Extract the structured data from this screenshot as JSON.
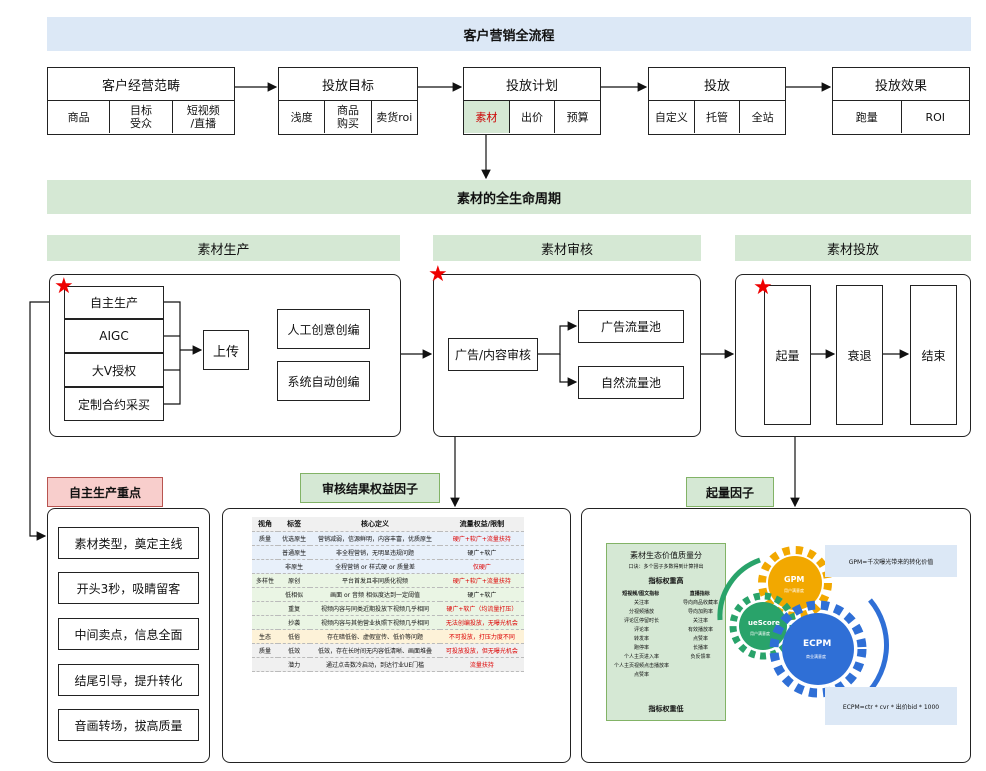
{
  "title": "客户营销全流程",
  "stages": [
    {
      "title": "客户经营范畴",
      "items": [
        "商品",
        "目标\n受众",
        "短视频\n/直播"
      ]
    },
    {
      "title": "投放目标",
      "items": [
        "浅度",
        "商品\n购买",
        "卖货roi"
      ]
    },
    {
      "title": "投放计划",
      "items": [
        "素材",
        "出价",
        "预算"
      ]
    },
    {
      "title": "投放",
      "items": [
        "自定义",
        "托管",
        "全站"
      ]
    },
    {
      "title": "投放效果",
      "items": [
        "跑量",
        "ROI"
      ]
    }
  ],
  "lifecycle_title": "素材的全生命周期",
  "production": {
    "title": "素材生产",
    "sources": [
      "自主生产",
      "AIGC",
      "大V授权",
      "定制合约采买"
    ],
    "upload": "上传",
    "edits": [
      "人工创意创编",
      "系统自动创编"
    ]
  },
  "review": {
    "title": "素材审核",
    "center": "广告/内容审核",
    "pools": [
      "广告流量池",
      "自然流量池"
    ]
  },
  "delivery": {
    "title": "素材投放",
    "phases": [
      "起量",
      "衰退",
      "结束"
    ]
  },
  "focus": {
    "title": "自主生产重点",
    "items": [
      "素材类型，奠定主线",
      "开头3秒，吸睛留客",
      "中间卖点，信息全面",
      "结尾引导，提升转化",
      "音画转场，拔高质量"
    ]
  },
  "review_factor": {
    "title": "审核结果权益因子",
    "headers": [
      "视角",
      "标签",
      "核心定义",
      "流量权益/限制"
    ],
    "rows": [
      {
        "group": "质量",
        "label": "优选原生",
        "def": "营销减弱，信源鲜明，内容丰富，优质原生",
        "benefit": "硬广+软广+流量扶持"
      },
      {
        "group": "",
        "label": "普通原生",
        "def": "非全程营销，无明显违规问题",
        "benefit": "硬广+软广"
      },
      {
        "group": "",
        "label": "非原生",
        "def": "全程营销 or 样式硬 or 质量差",
        "benefit": "仅硬广"
      },
      {
        "group": "多样性",
        "label": "原创",
        "def": "平台首发且非同质化视频",
        "benefit": "硬广+软广+流量扶持"
      },
      {
        "group": "",
        "label": "低相似",
        "def": "画面 or 音频 相似度达到一定阈值",
        "benefit": "硬广+软广"
      },
      {
        "group": "",
        "label": "重复",
        "def": "视频内容与同类近期投放下视频几乎相同",
        "benefit": "硬广+软广（均流量打压）"
      },
      {
        "group": "",
        "label": "抄袭",
        "def": "视频内容与其他营业执照下视频几乎相同",
        "benefit": "无法创编投放，无曝光机会"
      },
      {
        "group": "生态",
        "label": "低俗",
        "def": "存在暗低俗、虚假宣传、低价等问题",
        "benefit": "不可投放，打压力度不同"
      },
      {
        "group": "质量",
        "label": "低效",
        "def": "低效，存在长时间无内容低清晰、画面堆叠",
        "benefit": "可投放投放，但无曝光机会"
      },
      {
        "group": "",
        "label": "潜力",
        "def": "通过点击数冷启动，到达行业UE门槛",
        "benefit": "流量扶持"
      }
    ]
  },
  "ramp_factor": {
    "title": "起量因子",
    "panel_title": "素材生态价值质量分",
    "panel_sub": "口诀：多个因子多数得到计算排出",
    "weight_high": "指标权重高",
    "weight_low": "指标权重低",
    "col_a": "短视频/图文指标",
    "col_b": "直播指标",
    "metrics_a": [
      "关注率",
      "分视频播放",
      "评论区停留时长",
      "评论率",
      "转发率",
      "跑停率",
      "个人主页进入率",
      "个人主页视频点击播放率",
      "点赞率"
    ],
    "metrics_b": [
      "导向商品收藏率",
      "导向加购率",
      "关注率",
      "有效播放率",
      "点赞率",
      "长播率",
      "负反馈率"
    ],
    "gears": [
      "GPM",
      "ueScore",
      "ECPM"
    ],
    "gear_subs": [
      "用户满意度",
      "用户满意度",
      "商业满意度"
    ],
    "gpm_note": "GPM=千次曝光带来的转化价值",
    "ecpm_note": "ECPM=ctr * cvr * 出价bid * 1000"
  },
  "colors": {
    "band": "#dce8f6",
    "green": "#d5e8d4",
    "red": "#e00000",
    "focus_bg": "#f8cecc"
  }
}
